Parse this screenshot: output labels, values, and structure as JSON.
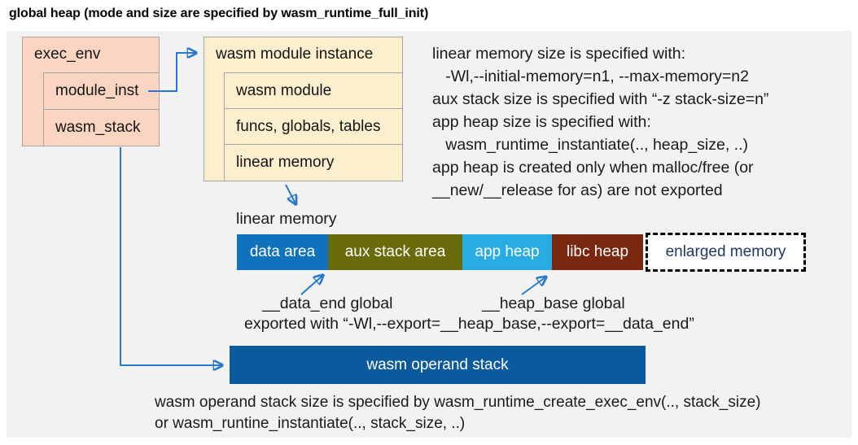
{
  "title": "global heap (mode and size are specified by wasm_runtime_full_init)",
  "exec_env_box": {
    "header": "exec_env",
    "rows": [
      {
        "label": "module_inst"
      },
      {
        "label": "wasm_stack"
      }
    ]
  },
  "module_instance_box": {
    "header": "wasm module instance",
    "rows": [
      {
        "label": "wasm module"
      },
      {
        "label": "funcs, globals, tables"
      },
      {
        "label": "linear memory"
      }
    ]
  },
  "right_notes": {
    "lines": "linear memory size is specified with:\n   -Wl,--initial-memory=n1, --max-memory=n2\naux stack size is specified with “-z stack-size=n”\napp heap size is specified with:\n   wasm_runtime_instantiate(.., heap_size, ..)\napp heap is created only when malloc/free (or\n__new/__release for as) are not exported"
  },
  "linear_memory": {
    "label": "linear memory",
    "segments": [
      {
        "label": "data area",
        "color": "#1072BC"
      },
      {
        "label": "aux stack area",
        "color": "#6A6B0B"
      },
      {
        "label": "app heap",
        "color": "#29ABE3"
      },
      {
        "label": "libc heap",
        "color": "#7A2710"
      },
      {
        "label": "enlarged memory",
        "color": "#FFFFFF",
        "border_style": "dashed",
        "text_color": "#1F3864"
      }
    ],
    "data_end_note": "__data_end global",
    "heap_base_note": "__heap_base global",
    "export_note": "exported with “-Wl,--export=__heap_base,--export=__data_end”"
  },
  "operand_stack": {
    "label": "wasm operand stack",
    "notes": "wasm operand stack size is specified by wasm_runtime_create_exec_env(.., stack_size)\nor wasm_runtine_instantiate(.., stack_size, ..)"
  },
  "colors": {
    "panel_bg": "#F2F2F2",
    "pink_box": "#FBD5C2",
    "cream_box": "#FCEFCE",
    "box_border": "#A6A6A6",
    "data_area": "#1072BC",
    "aux_stack_area": "#6A6B0B",
    "app_heap": "#29ABE3",
    "libc_heap": "#7A2710",
    "enlarged_memory_text": "#1F3864",
    "operand_stack_bar": "#0C5A9E",
    "arrow": "#2878D0"
  }
}
